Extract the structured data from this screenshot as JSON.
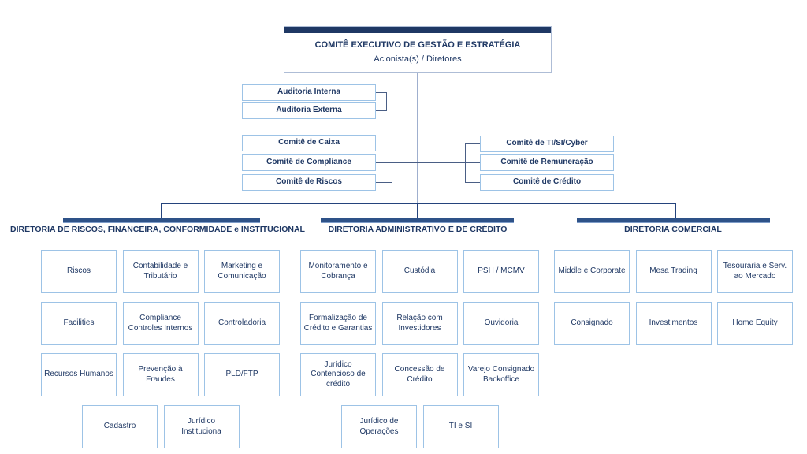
{
  "root": {
    "title": "COMITÊ EXECUTIVO DE GESTÃO E ESTRATÉGIA",
    "subtitle": "Acionista(s) / Diretores"
  },
  "audit_boxes": [
    "Auditoria Interna",
    "Auditoria Externa"
  ],
  "left_committees": [
    "Comitê de Caixa",
    "Comitê de Compliance",
    "Comitê de Riscos"
  ],
  "right_committees": [
    "Comitê de TI/SI/Cyber",
    "Comitê de Remuneração",
    "Comitê de Crédito"
  ],
  "directorates": [
    {
      "title": "DIRETORIA DE RISCOS, FINANCEIRA, CONFORMIDADE e INSTITUCIONAL",
      "rows": [
        [
          "Riscos",
          "Contabilidade e Tributário",
          "Marketing e Comunicação"
        ],
        [
          "Facilities",
          "Compliance Controles Internos",
          "Controladoria"
        ],
        [
          "Recursos Humanos",
          "Prevenção à Fraudes",
          "PLD/FTP"
        ],
        [
          "Cadastro",
          "Jurídico Instituciona"
        ]
      ]
    },
    {
      "title": "DIRETORIA ADMINISTRATIVO E DE CRÉDITO",
      "rows": [
        [
          "Monitoramento e Cobrança",
          "Custódia",
          "PSH / MCMV"
        ],
        [
          "Formalização de Crédito e Garantias",
          "Relação com Investidores",
          "Ouvidoria"
        ],
        [
          "Jurídico Contencioso de crédito",
          "Concessão de Crédito",
          "Varejo Consignado Backoffice"
        ],
        [
          "Jurídico de Operações",
          "TI e SI"
        ]
      ]
    },
    {
      "title": "DIRETORIA COMERCIAL",
      "rows": [
        [
          "Middle e Corporate",
          "Mesa Trading",
          "Tesouraria e Serv. ao Mercado"
        ],
        [
          "Consignado",
          "Investimentos",
          "Home Equity"
        ]
      ]
    }
  ],
  "colors": {
    "navy_text": "#1F3864",
    "box_border": "#9DC3E6",
    "header_strip": "#1F3864",
    "directorate_bar": "#2E5288",
    "connector_dark": "#24437C",
    "connector_bracket": "#4A5E85",
    "connector_trunk": "#9FAFCE"
  }
}
